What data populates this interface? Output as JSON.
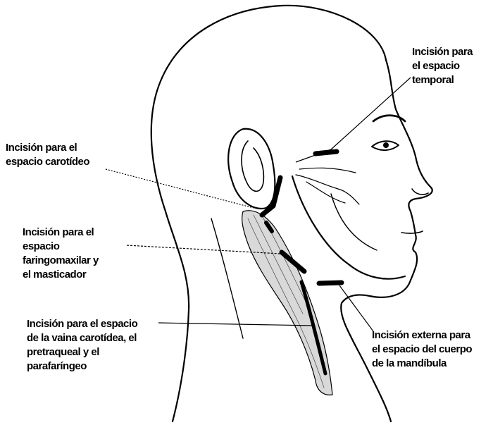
{
  "diagram": {
    "colors": {
      "ink": "#000000",
      "background": "#ffffff",
      "muscle_fill": "#d9d9d9"
    },
    "labels": {
      "temporal": [
        "Incisión para",
        "el espacio",
        "temporal"
      ],
      "carotideo": [
        "Incisión para el",
        "espacio carotídeo"
      ],
      "faringomaxilar": [
        "Incisión para el",
        "espacio",
        "faringomaxilar y",
        "el masticador"
      ],
      "vaina_carotidea": [
        "Incisión para el espacio",
        "de la vaina carotídea, el",
        "pretraqueal y el",
        "parafaríngeo"
      ],
      "externa_mandibula": [
        "Incisión externa para",
        "el espacio del cuerpo",
        "de la mandíbula"
      ]
    }
  }
}
